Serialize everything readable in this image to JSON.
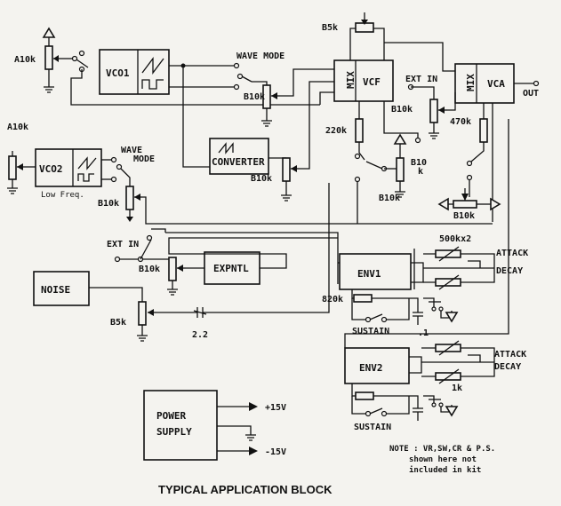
{
  "blocks": {
    "vco1": "VCO1",
    "vco2": "VCO2",
    "vcf": "VCF",
    "vca": "VCA",
    "mix": "MIX",
    "converter": "CONVERTER",
    "expntl": "EXPNTL",
    "noise": "NOISE",
    "env1": "ENV1",
    "env2": "ENV2",
    "power_supply_line1": "POWER",
    "power_supply_line2": "SUPPLY"
  },
  "labels": {
    "a10k": "A10k",
    "b10k": "B10k",
    "b5k": "B5k",
    "b10k_split": "B10",
    "k_suffix": "k",
    "wave_mode": "WAVE MODE",
    "wave": "WAVE",
    "mode": "MODE",
    "low_freq": "Low Freq.",
    "ext_in": "EXT IN",
    "out": "OUT",
    "r220k": "220k",
    "r470k": "470k",
    "r820k": "820k",
    "r500kx2": "500kx2",
    "attack": "ATTACK",
    "decay": "DECAY",
    "sustain": "SUSTAIN",
    "cap_01": ".1",
    "cap_22": "2.2",
    "r1k": "1k",
    "b5k_top": "B5k",
    "plus15": "+15V",
    "minus15": "-15V"
  },
  "note": {
    "line1": "NOTE : VR,SW,CR & P.S.",
    "line2": "shown here not",
    "line3": "included in kit"
  },
  "title": "TYPICAL APPLICATION BLOCK"
}
